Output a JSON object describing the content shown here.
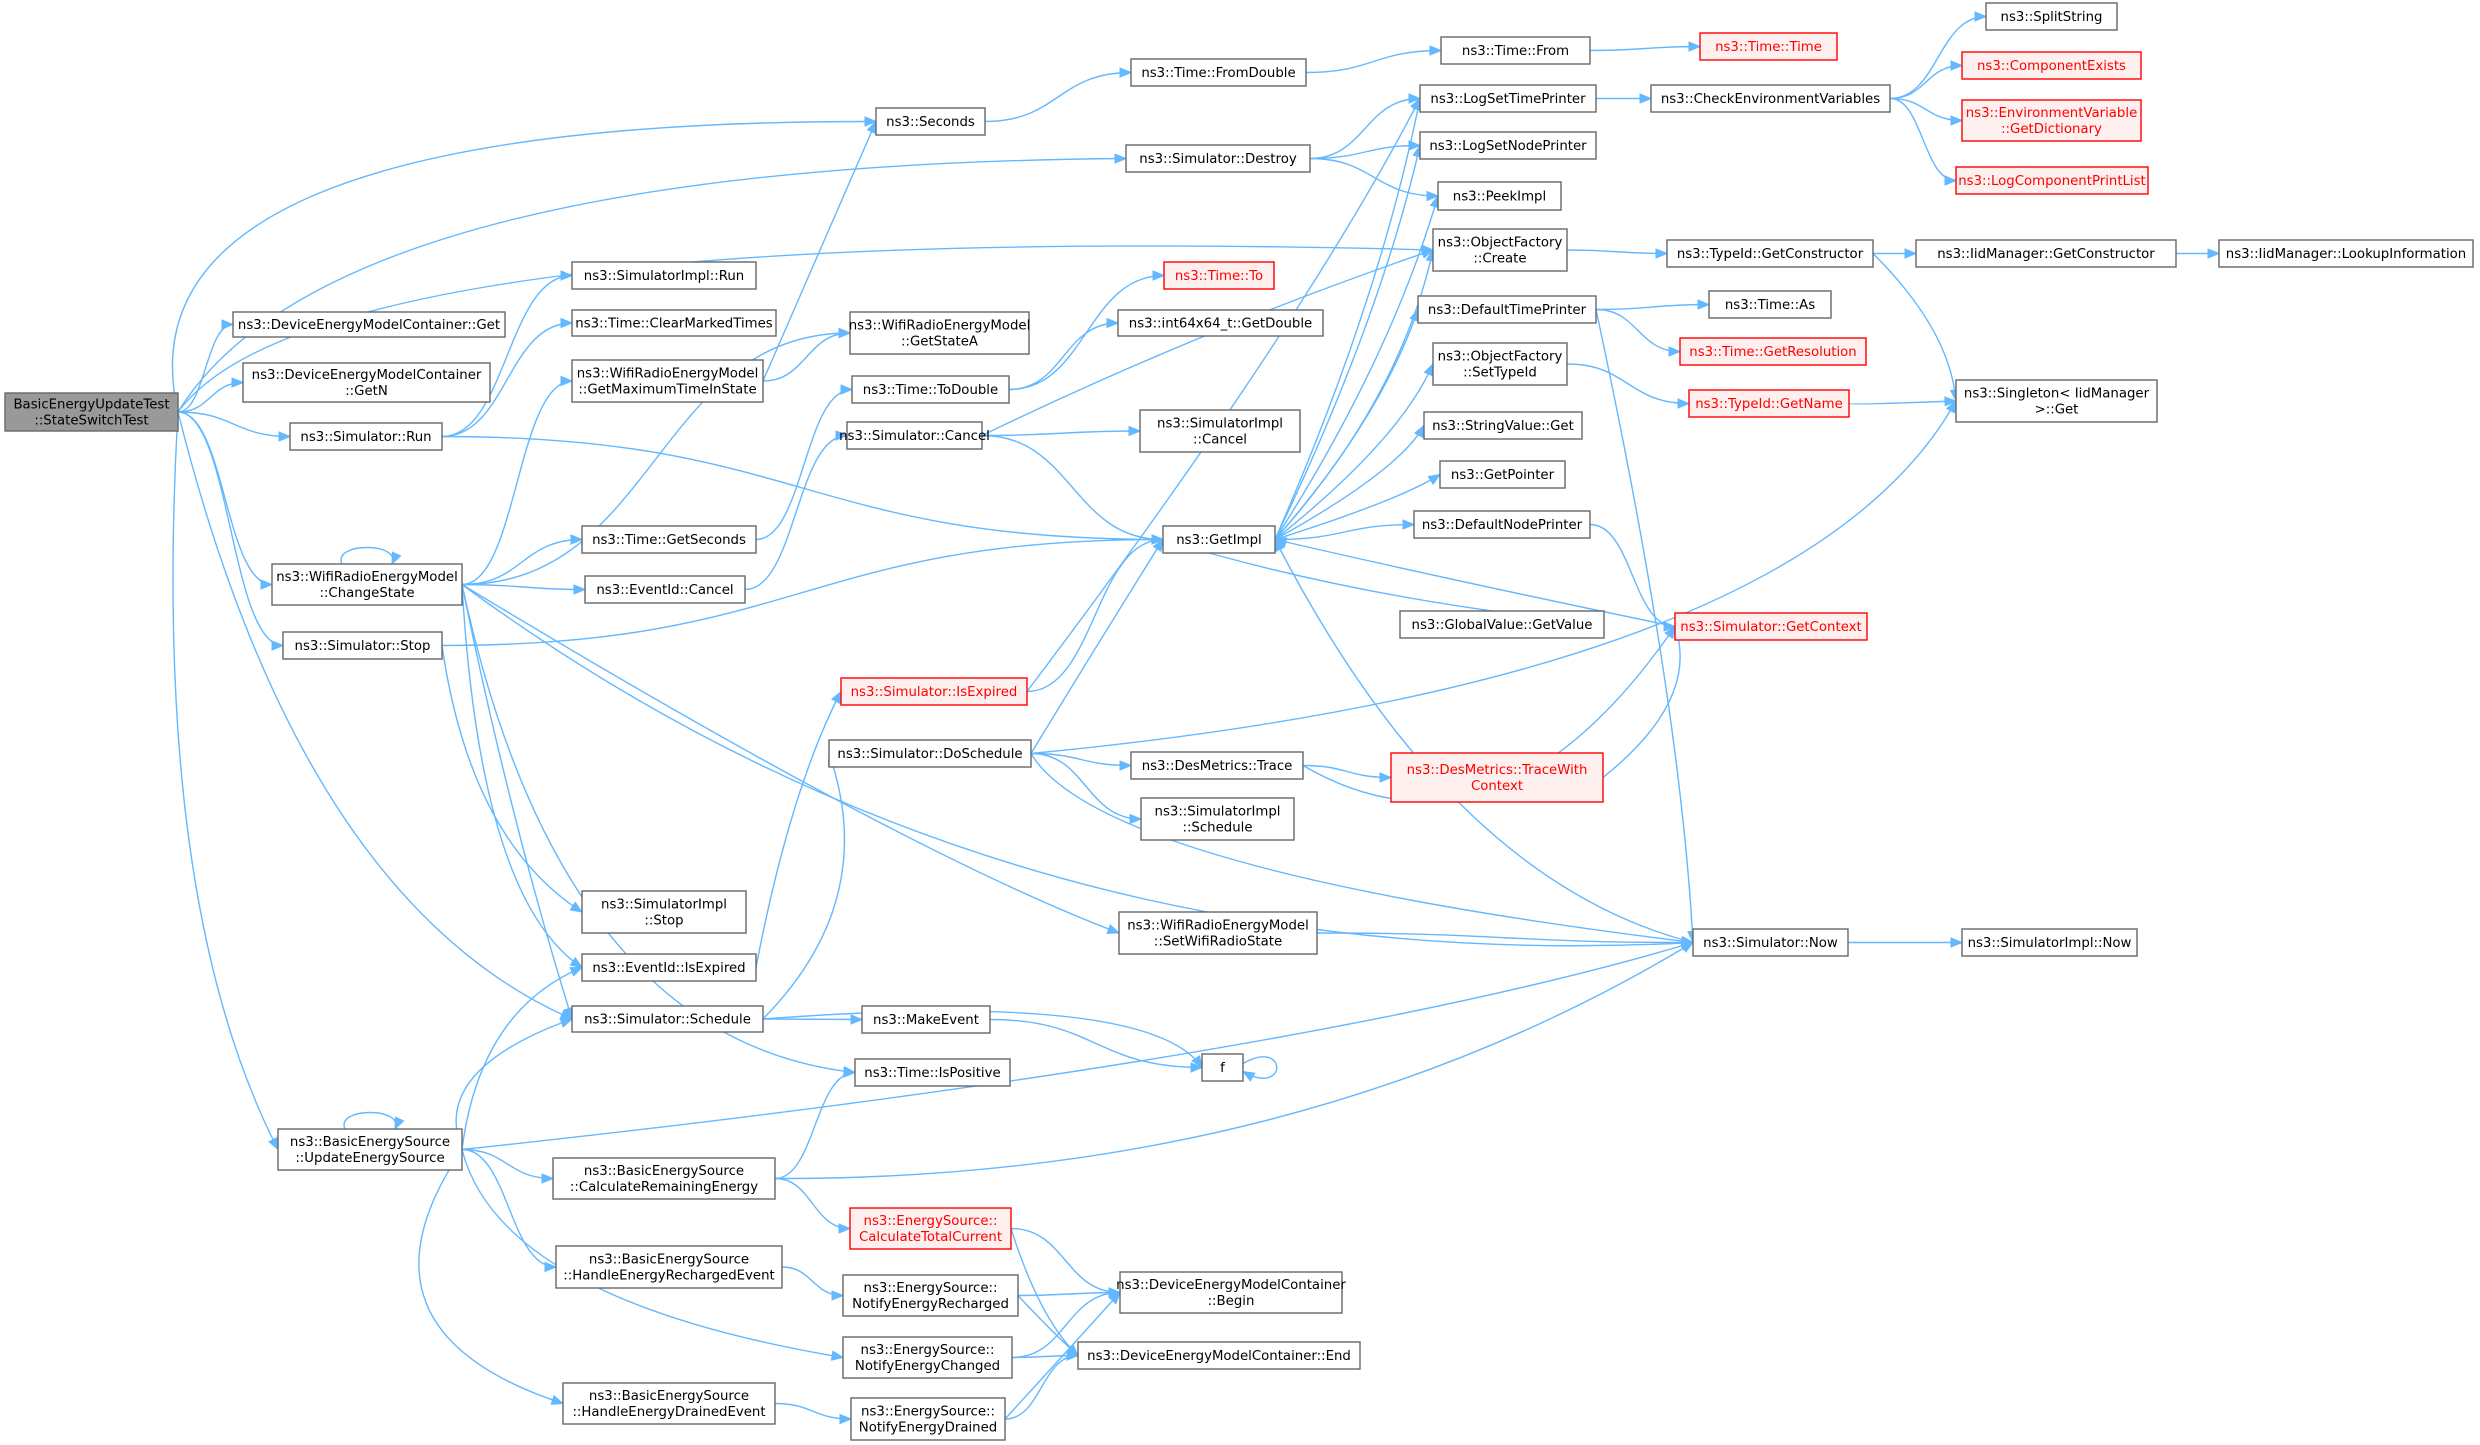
{
  "colors": {
    "edge": "#63b8ff",
    "node_border": "#666666",
    "node_fill": "#ffffff",
    "root_fill": "#999999",
    "external_border": "#ff0000",
    "external_fill": "#fff0f0",
    "external_text": "#ff0000"
  },
  "nodes": [
    {
      "id": "root",
      "label": [
        "BasicEnergyUpdateTest",
        "::StateSwitchTest"
      ],
      "style": "root"
    },
    {
      "id": "n1",
      "label": [
        "ns3::DeviceEnergyModelContainer::Get"
      ]
    },
    {
      "id": "n2",
      "label": [
        "ns3::DeviceEnergyModelContainer",
        "::GetN"
      ]
    },
    {
      "id": "n3",
      "label": [
        "ns3::Simulator::Run"
      ]
    },
    {
      "id": "n4",
      "label": [
        "ns3::WifiRadioEnergyModel",
        "::ChangeState"
      ]
    },
    {
      "id": "n5",
      "label": [
        "ns3::Simulator::Stop"
      ]
    },
    {
      "id": "n6",
      "label": [
        "ns3::BasicEnergySource",
        "::UpdateEnergySource"
      ]
    },
    {
      "id": "n7",
      "label": [
        "ns3::Seconds"
      ]
    },
    {
      "id": "n8",
      "label": [
        "ns3::SimulatorImpl::Run"
      ]
    },
    {
      "id": "n9",
      "label": [
        "ns3::Time::ClearMarkedTimes"
      ]
    },
    {
      "id": "n10",
      "label": [
        "ns3::WifiRadioEnergyModel",
        "::GetMaximumTimeInState"
      ]
    },
    {
      "id": "n11",
      "label": [
        "ns3::Time::GetSeconds"
      ]
    },
    {
      "id": "n12",
      "label": [
        "ns3::EventId::Cancel"
      ]
    },
    {
      "id": "n13",
      "label": [
        "ns3::SimulatorImpl",
        "::Stop"
      ]
    },
    {
      "id": "n14",
      "label": [
        "ns3::EventId::IsExpired"
      ]
    },
    {
      "id": "n15",
      "label": [
        "ns3::Simulator::Schedule"
      ]
    },
    {
      "id": "n16",
      "label": [
        "ns3::BasicEnergySource",
        "::CalculateRemainingEnergy"
      ]
    },
    {
      "id": "n17",
      "label": [
        "ns3::BasicEnergySource",
        "::HandleEnergyRechargedEvent"
      ]
    },
    {
      "id": "n18",
      "label": [
        "ns3::BasicEnergySource",
        "::HandleEnergyDrainedEvent"
      ]
    },
    {
      "id": "n19",
      "label": [
        "ns3::Time::FromDouble"
      ]
    },
    {
      "id": "n20",
      "label": [
        "ns3::Simulator::Destroy"
      ]
    },
    {
      "id": "n21",
      "label": [
        "ns3::WifiRadioEnergyModel",
        "::GetStateA"
      ]
    },
    {
      "id": "n22",
      "label": [
        "ns3::Time::ToDouble"
      ]
    },
    {
      "id": "n23",
      "label": [
        "ns3::Simulator::Cancel"
      ]
    },
    {
      "id": "n24",
      "label": [
        "ns3::Simulator::IsExpired"
      ],
      "style": "red"
    },
    {
      "id": "n25",
      "label": [
        "ns3::Simulator::DoSchedule"
      ]
    },
    {
      "id": "n26",
      "label": [
        "ns3::MakeEvent"
      ]
    },
    {
      "id": "n27",
      "label": [
        "ns3::Time::IsPositive"
      ]
    },
    {
      "id": "n28",
      "label": [
        "ns3::EnergySource::",
        "CalculateTotalCurrent"
      ],
      "style": "red"
    },
    {
      "id": "n29",
      "label": [
        "ns3::EnergySource::",
        "NotifyEnergyRecharged"
      ]
    },
    {
      "id": "n30",
      "label": [
        "ns3::EnergySource::",
        "NotifyEnergyChanged"
      ]
    },
    {
      "id": "n31",
      "label": [
        "ns3::EnergySource::",
        "NotifyEnergyDrained"
      ]
    },
    {
      "id": "n32",
      "label": [
        "ns3::Time::To"
      ],
      "style": "red"
    },
    {
      "id": "n33",
      "label": [
        "ns3::int64x64_t::GetDouble"
      ]
    },
    {
      "id": "n34",
      "label": [
        "ns3::SimulatorImpl",
        "::Cancel"
      ]
    },
    {
      "id": "n35",
      "label": [
        "ns3::GetImpl"
      ]
    },
    {
      "id": "n36",
      "label": [
        "ns3::DesMetrics::Trace"
      ]
    },
    {
      "id": "n37",
      "label": [
        "ns3::SimulatorImpl",
        "::Schedule"
      ]
    },
    {
      "id": "n38",
      "label": [
        "ns3::WifiRadioEnergyModel",
        "::SetWifiRadioState"
      ]
    },
    {
      "id": "n39",
      "label": [
        "f"
      ]
    },
    {
      "id": "n40",
      "label": [
        "ns3::DeviceEnergyModelContainer",
        "::Begin"
      ]
    },
    {
      "id": "n41",
      "label": [
        "ns3::DeviceEnergyModelContainer::End"
      ]
    },
    {
      "id": "n42",
      "label": [
        "ns3::Time::From"
      ]
    },
    {
      "id": "n43",
      "label": [
        "ns3::LogSetTimePrinter"
      ]
    },
    {
      "id": "n44",
      "label": [
        "ns3::LogSetNodePrinter"
      ]
    },
    {
      "id": "n45",
      "label": [
        "ns3::PeekImpl"
      ]
    },
    {
      "id": "n46",
      "label": [
        "ns3::ObjectFactory",
        "::Create"
      ]
    },
    {
      "id": "n47",
      "label": [
        "ns3::DefaultTimePrinter"
      ]
    },
    {
      "id": "n48",
      "label": [
        "ns3::ObjectFactory",
        "::SetTypeId"
      ]
    },
    {
      "id": "n49",
      "label": [
        "ns3::StringValue::Get"
      ]
    },
    {
      "id": "n50",
      "label": [
        "ns3::GetPointer"
      ]
    },
    {
      "id": "n51",
      "label": [
        "ns3::DefaultNodePrinter"
      ]
    },
    {
      "id": "n52",
      "label": [
        "ns3::GlobalValue::GetValue"
      ]
    },
    {
      "id": "n53",
      "label": [
        "ns3::DesMetrics::TraceWith",
        "Context"
      ],
      "style": "red"
    },
    {
      "id": "n54",
      "label": [
        "ns3::Time::Time"
      ],
      "style": "red"
    },
    {
      "id": "n55",
      "label": [
        "ns3::CheckEnvironmentVariables"
      ]
    },
    {
      "id": "n56",
      "label": [
        "ns3::TypeId::GetConstructor"
      ]
    },
    {
      "id": "n57",
      "label": [
        "ns3::Time::As"
      ]
    },
    {
      "id": "n58",
      "label": [
        "ns3::Time::GetResolution"
      ],
      "style": "red"
    },
    {
      "id": "n59",
      "label": [
        "ns3::TypeId::GetName"
      ],
      "style": "red"
    },
    {
      "id": "n60",
      "label": [
        "ns3::Simulator::GetContext"
      ],
      "style": "red"
    },
    {
      "id": "n61",
      "label": [
        "ns3::Simulator::Now"
      ]
    },
    {
      "id": "n62",
      "label": [
        "ns3::SplitString"
      ]
    },
    {
      "id": "n63",
      "label": [
        "ns3::ComponentExists"
      ],
      "style": "red"
    },
    {
      "id": "n64",
      "label": [
        "ns3::EnvironmentVariable",
        "::GetDictionary"
      ],
      "style": "red"
    },
    {
      "id": "n65",
      "label": [
        "ns3::LogComponentPrintList"
      ],
      "style": "red"
    },
    {
      "id": "n66",
      "label": [
        "ns3::IidManager::GetConstructor"
      ]
    },
    {
      "id": "n67",
      "label": [
        "ns3::Singleton< IidManager",
        " >::Get"
      ]
    },
    {
      "id": "n68",
      "label": [
        "ns3::SimulatorImpl::Now"
      ]
    },
    {
      "id": "n69",
      "label": [
        "ns3::IidManager::LookupInformation"
      ]
    }
  ],
  "edges": [
    [
      "root",
      "n7"
    ],
    [
      "root",
      "n20"
    ],
    [
      "root",
      "n46"
    ],
    [
      "root",
      "n1"
    ],
    [
      "root",
      "n2"
    ],
    [
      "root",
      "n3"
    ],
    [
      "root",
      "n4"
    ],
    [
      "root",
      "n5"
    ],
    [
      "root",
      "n15"
    ],
    [
      "root",
      "n6"
    ],
    [
      "n3",
      "n8"
    ],
    [
      "n3",
      "n9"
    ],
    [
      "n3",
      "n35"
    ],
    [
      "n4",
      "n4"
    ],
    [
      "n4",
      "n21"
    ],
    [
      "n4",
      "n10"
    ],
    [
      "n4",
      "n11"
    ],
    [
      "n4",
      "n12"
    ],
    [
      "n4",
      "n15"
    ],
    [
      "n4",
      "n14"
    ],
    [
      "n4",
      "n27"
    ],
    [
      "n4",
      "n38"
    ],
    [
      "n4",
      "n61"
    ],
    [
      "n5",
      "n13"
    ],
    [
      "n5",
      "n35"
    ],
    [
      "n6",
      "n6"
    ],
    [
      "n6",
      "n14"
    ],
    [
      "n6",
      "n15"
    ],
    [
      "n6",
      "n16"
    ],
    [
      "n6",
      "n17"
    ],
    [
      "n6",
      "n18"
    ],
    [
      "n6",
      "n30"
    ],
    [
      "n6",
      "n61"
    ],
    [
      "n7",
      "n19"
    ],
    [
      "n19",
      "n42"
    ],
    [
      "n42",
      "n54"
    ],
    [
      "n10",
      "n7"
    ],
    [
      "n10",
      "n21"
    ],
    [
      "n11",
      "n22"
    ],
    [
      "n22",
      "n32"
    ],
    [
      "n22",
      "n33"
    ],
    [
      "n12",
      "n23"
    ],
    [
      "n23",
      "n34"
    ],
    [
      "n23",
      "n35"
    ],
    [
      "n23",
      "n46"
    ],
    [
      "n14",
      "n24"
    ],
    [
      "n24",
      "n35"
    ],
    [
      "n24",
      "n43"
    ],
    [
      "n15",
      "n25"
    ],
    [
      "n15",
      "n26"
    ],
    [
      "n15",
      "n39"
    ],
    [
      "n25",
      "n35"
    ],
    [
      "n25",
      "n36"
    ],
    [
      "n25",
      "n37"
    ],
    [
      "n25",
      "n61"
    ],
    [
      "n25",
      "n67"
    ],
    [
      "n26",
      "n39"
    ],
    [
      "n39",
      "n39"
    ],
    [
      "n16",
      "n27"
    ],
    [
      "n16",
      "n28"
    ],
    [
      "n16",
      "n61"
    ],
    [
      "n28",
      "n40"
    ],
    [
      "n28",
      "n41"
    ],
    [
      "n17",
      "n29"
    ],
    [
      "n29",
      "n40"
    ],
    [
      "n29",
      "n41"
    ],
    [
      "n30",
      "n40"
    ],
    [
      "n30",
      "n41"
    ],
    [
      "n18",
      "n31"
    ],
    [
      "n31",
      "n40"
    ],
    [
      "n31",
      "n41"
    ],
    [
      "n20",
      "n43"
    ],
    [
      "n20",
      "n44"
    ],
    [
      "n20",
      "n45"
    ],
    [
      "n35",
      "n43"
    ],
    [
      "n35",
      "n44"
    ],
    [
      "n35",
      "n45"
    ],
    [
      "n35",
      "n46"
    ],
    [
      "n35",
      "n47"
    ],
    [
      "n35",
      "n48"
    ],
    [
      "n35",
      "n49"
    ],
    [
      "n35",
      "n50"
    ],
    [
      "n35",
      "n51"
    ],
    [
      "n35",
      "n52"
    ],
    [
      "n36",
      "n53"
    ],
    [
      "n36",
      "n60"
    ],
    [
      "n38",
      "n61"
    ],
    [
      "n43",
      "n55"
    ],
    [
      "n46",
      "n56"
    ],
    [
      "n47",
      "n57"
    ],
    [
      "n47",
      "n58"
    ],
    [
      "n47",
      "n61"
    ],
    [
      "n48",
      "n59"
    ],
    [
      "n51",
      "n60"
    ],
    [
      "n53",
      "n60"
    ],
    [
      "n55",
      "n62"
    ],
    [
      "n55",
      "n63"
    ],
    [
      "n55",
      "n64"
    ],
    [
      "n55",
      "n65"
    ],
    [
      "n56",
      "n66"
    ],
    [
      "n56",
      "n67"
    ],
    [
      "n59",
      "n67"
    ],
    [
      "n60",
      "n35"
    ],
    [
      "n61",
      "n35"
    ],
    [
      "n61",
      "n68"
    ],
    [
      "n66",
      "n69"
    ]
  ]
}
